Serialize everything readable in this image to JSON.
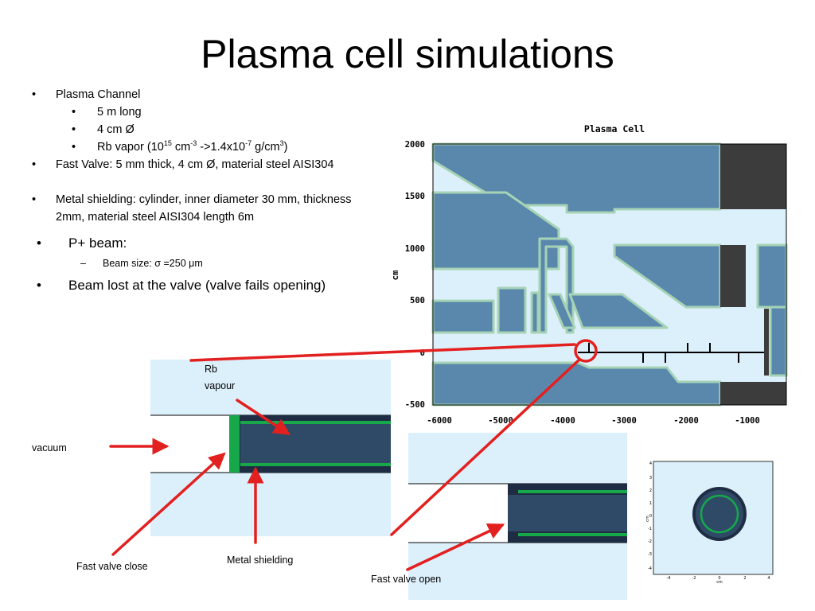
{
  "title": "Plasma cell simulations",
  "bullets": {
    "plasma_channel": "Plasma Channel",
    "length": "5 m long",
    "diameter": "4 cm Ø",
    "rb_prefix": "Rb vapor (10",
    "rb_e1": "15",
    "rb_mid1": " cm",
    "rb_e2": "-3",
    "rb_mid2": " ->1.4x10",
    "rb_e3": "-7",
    "rb_mid3": " g/cm",
    "rb_e4": "3",
    "rb_suffix": ")",
    "fast_valve": "Fast Valve: 5 mm thick, 4 cm Ø, material steel AISI304",
    "shielding": "Metal shielding: cylinder, inner diameter 30 mm, thickness 2mm, material steel AISI304 length 6m",
    "pbeam": "P+ beam:",
    "beam_size": "Beam size: σ =250 μm",
    "beam_lost": "Beam lost at the valve (valve fails opening)"
  },
  "figure_labels": {
    "plot_title": "Plasma Cell",
    "y_axis_unit": "cm",
    "rb": "Rb",
    "vapour": "vapour",
    "vacuum": "vacuum",
    "fast_valve_close": "Fast valve close",
    "metal_shielding": "Metal shielding",
    "fast_valve_open": "Fast valve open"
  },
  "main_plot": {
    "x_ticks": [
      "-6000",
      "-5000",
      "-4000",
      "-3000",
      "-2000",
      "-1000"
    ],
    "y_ticks": [
      "2000",
      "1500",
      "1000",
      "500",
      "0",
      "-500"
    ]
  },
  "mini_plot": {
    "x_ticks": [
      "-4",
      "-2",
      "0",
      "2",
      "4"
    ],
    "y_ticks": [
      "4",
      "3",
      "2",
      "1",
      "0",
      "-1",
      "-2",
      "-3",
      "-4"
    ],
    "axis_unit": "cm"
  },
  "colors": {
    "vapour_fill": "#dcf0fb",
    "material_fill": "#5a88ad",
    "steel_border": "#a6d3b5",
    "dark_block": "#3c3c3c",
    "shield_fill": "#2e4a66",
    "valve_green": "#17a84a",
    "arrow_red": "#e32020"
  }
}
